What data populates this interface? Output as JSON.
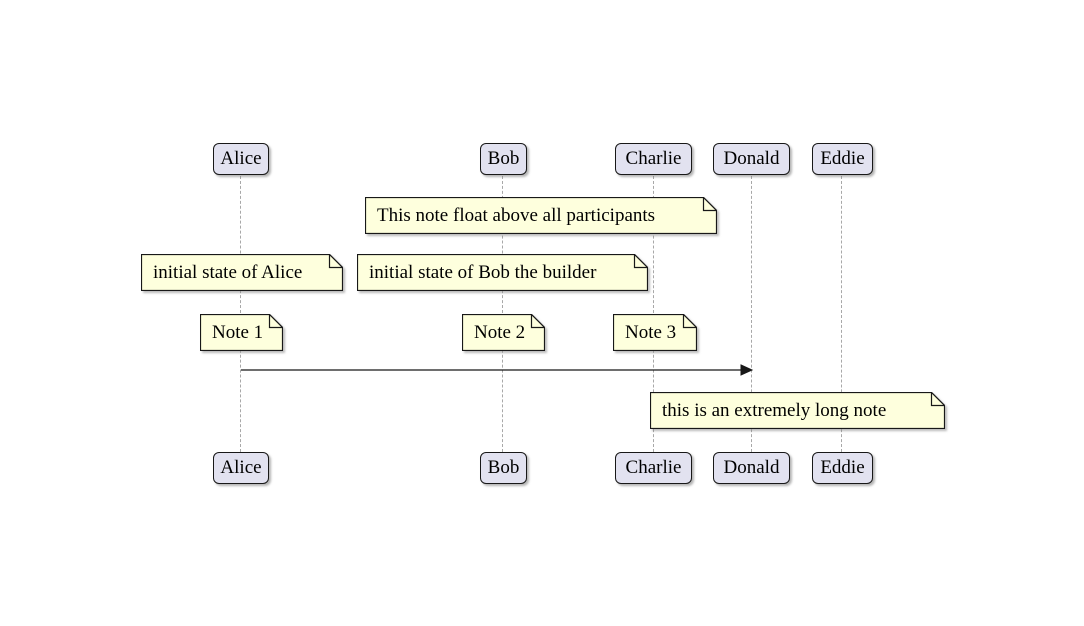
{
  "diagram_type": "sequence-diagram",
  "participants": [
    {
      "label": "Alice"
    },
    {
      "label": "Bob"
    },
    {
      "label": "Charlie"
    },
    {
      "label": "Donald"
    },
    {
      "label": "Eddie"
    }
  ],
  "notes": [
    {
      "text": "This note float above all participants"
    },
    {
      "text": "initial state of Alice"
    },
    {
      "text": "initial state of Bob the builder"
    },
    {
      "text": "Note 1"
    },
    {
      "text": "Note 2"
    },
    {
      "text": "Note 3"
    },
    {
      "text": "this is an extremely long note"
    }
  ],
  "messages": [
    {
      "from": "Alice",
      "to": "Donald",
      "label": ""
    }
  ],
  "colors": {
    "background": "#FFFFFF",
    "participant_fill": "#E2E2F0",
    "participant_border": "#181818",
    "note_fill": "#FEFFDD",
    "note_border": "#181818",
    "lifeline": "#A8A8A8",
    "arrow": "#181818"
  }
}
